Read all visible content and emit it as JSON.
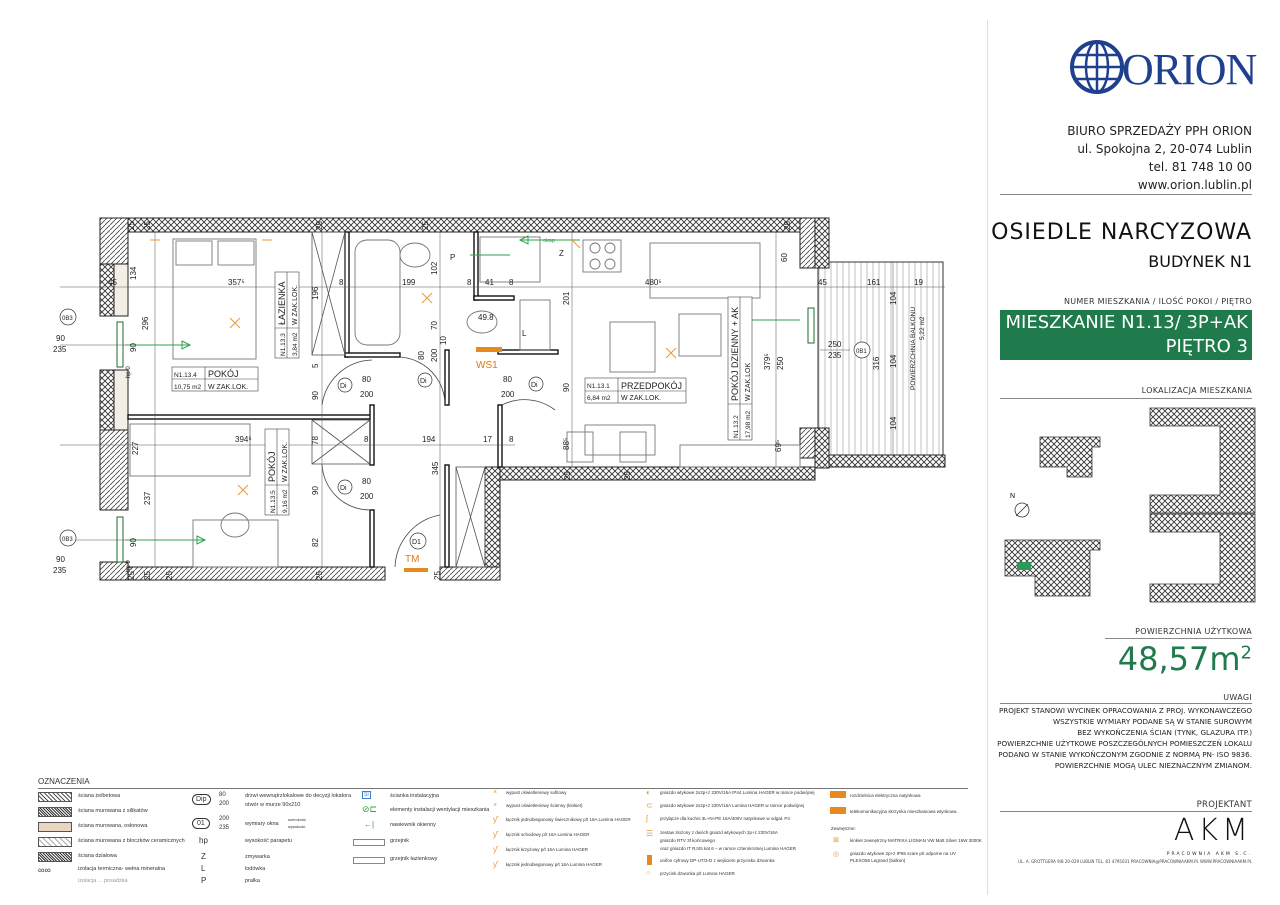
{
  "company": {
    "logo_text": "ORION",
    "office_lines": [
      "BIURO SPRZEDAŻY PPH ORION",
      "ul. Spokojna 2, 20-074 Lublin",
      "tel. 81 748 10 00",
      "www.orion.lublin.pl"
    ],
    "brand_color": "#1f3f8f"
  },
  "project": {
    "estate": "OSIEDLE NARCYZOWA",
    "building": "BUDYNEK N1"
  },
  "apartment": {
    "header": "NUMER MIESZKANIA / ILOŚĆ POKOI / PIĘTRO",
    "line1": "MIESZKANIE N1.13/ 3P+AK",
    "line2": "PIĘTRO 3",
    "accent_color": "#1f7a4c"
  },
  "location": {
    "header": "LOKALIZACJA MIESZKANIA",
    "compass": "N"
  },
  "area": {
    "header": "POWIERZCHNIA UŻYTKOWA",
    "value": "48,57m",
    "unit_sup": "2"
  },
  "notes": {
    "header": "UWAGI",
    "lines": [
      "PROJEKT STANOWI WYCINEK OPRACOWANIA Z PROJ. WYKONAWCZEGO",
      "WSZYSTKIE WYMIARY PODANE SĄ W STANIE SUROWYM",
      "BEZ WYKOŃCZENIA ŚCIAN (TYNK, GLAZURA ITP.)",
      "POWIERZCHNIE UŻYTKOWE POSZCZEGÓLNYCH POMIESZCZEŃ LOKALU",
      "PODANO W STANIE WYKOŃCZONYM ZGODNIE Z NORMĄ PN- ISO 9836.",
      "POWIERZCHNIE MOGĄ ULEC NIEZNACZNYM ZMIANOM."
    ]
  },
  "designer": {
    "header": "PROJEKTANT",
    "logo_text": "AKM",
    "logo_sub": "PRACOWNIA AKM S.C.",
    "address": "UL. A. GROTTGERA 9/8  20-029 LUBLIN  TEL. 81 4795031  PRACOWNIA@PRACOWNIAAKM.PL  WWW.PRACOWNIAAKM.PL"
  },
  "rooms": [
    {
      "id": "N1.13.4",
      "name": "POKÓJ",
      "area": "10,75 m2",
      "finish": "W ZAK.LOK."
    },
    {
      "id": "N1.13.3",
      "name": "ŁAZIENKA",
      "area": "3,84 m2",
      "finish": "W ZAK.LOK."
    },
    {
      "id": "N1.13.5",
      "name": "POKÓJ",
      "area": "9,16 m2",
      "finish": "W ZAK.LOK."
    },
    {
      "id": "N1.13.1",
      "name": "PRZEDPOKÓJ",
      "area": "6,84 m2",
      "finish": "W ZAK.LOK."
    },
    {
      "id": "N1.13.2",
      "name": "POKÓJ DZIENNY + AK",
      "area": "17,98 m2",
      "finish": "W ZAK.LOK"
    }
  ],
  "balcony": {
    "label": "POWIERZCHNIA BALKONU",
    "area": "5,22 m2"
  },
  "plan_symbols": {
    "window_0B3": "0B3",
    "window_0B1": "0B1",
    "door_di": "Di",
    "door_d1": "D1",
    "p": "P",
    "z": "Z",
    "l": "L",
    "ws1": "WS1",
    "tm": "TM",
    "okap": "okap",
    "hp": "hp 0"
  },
  "dimensions": [
    "357⁵",
    "134",
    "296",
    "45",
    "90",
    "196",
    "8",
    "199",
    "8",
    "41",
    "8",
    "102",
    "480⁵",
    "201",
    "60",
    "45",
    "161",
    "19",
    "104",
    "104",
    "104",
    "316",
    "379⁵",
    "250",
    "250",
    "235",
    "70",
    "80",
    "200",
    "10",
    "5",
    "90",
    "80",
    "200",
    "80",
    "200",
    "90",
    "49.8",
    "394⁵",
    "227",
    "78",
    "8",
    "194",
    "17",
    "8",
    "345",
    "237",
    "90",
    "80",
    "200",
    "82",
    "90",
    "88⁵",
    "69⁵",
    "90",
    "235",
    "90",
    "235",
    "25",
    "25",
    "25",
    "25",
    "25",
    "25",
    "25",
    "28",
    "25",
    "25",
    "25",
    "25"
  ],
  "legend": {
    "title": "OZNACZENIA",
    "walls": [
      "ściana żelbetowa",
      "ściana murowana z silikatów",
      "ściana murowana, osłonowa",
      "ściana murowana z bloczków ceramicznych",
      "ściana działowa",
      "izolacja termiczna- wełna mineralna",
      "izolacja ... posadzka"
    ],
    "symbols": [
      {
        "key": "Dip",
        "top": "80",
        "bottom": "200",
        "text": "drzwi wewnątrzlokalowe do decyzji lokatora",
        "text2": "otwór w murze 90x210"
      },
      {
        "key": "01",
        "top": "200",
        "bottom": "235",
        "text": "wymiary okna",
        "sup": "szerokość",
        "sub": "wysokość"
      },
      {
        "key": "hp",
        "text": "wysokość parapetu"
      },
      {
        "key": "Z",
        "text": "zmywarka"
      },
      {
        "key": "L",
        "text": "lodówka"
      },
      {
        "key": "P",
        "text": "pralka"
      }
    ],
    "install": [
      {
        "key": "SI",
        "text": "ścianka instalacyjna"
      },
      {
        "text": "elementy instalacji wentylacji mieszkania"
      },
      {
        "text": "nawiewnik okienny"
      },
      {
        "text": "grzejnik"
      },
      {
        "text": "grzejnik łazienkowy"
      }
    ],
    "electrical": [
      "wypust oświetleniowy sufitowy",
      "wypust oświetleniowy ścienny (kinkiet)",
      "łącznik jednobiegunowy świecznikowy  p/t 16A Lumina HAGER",
      "łącznik schodowy  p/t 16A Lumina HAGER",
      "łącznik krzyżowy  p/t 16A Lumina HAGER",
      "łącznik jednobiegunowy p/t 16A Lumina HAGER"
    ],
    "sockets": [
      "gniazdo wtykowe 2x2p+z 230V/16A IP44 Lumina HAGER w ramce podwójnej",
      "gniazdo wtykowe 2x2p+z 230V/16A Lumina HAGER w ramce podwójnej",
      "przyłącze dla kuchni 3L+N+PE 16A/400V natynkowe w odgał. P4",
      "zestaw złożony z dwóch gniazd wtykowych 2p+z 230V/16A",
      "gniazdo RTV 3f końcowego",
      "oraz gniazdo IT RJ45 kat 6 – w ramce czterokrotnej Lumina HAGER",
      "unifon cyfrowy DP-UT/3-D z wejściem przycisku dzwonka",
      "przycisk dzwonka p/t Lumina HAGER"
    ],
    "boxes": [
      "rozdzielnica elektryczna natynkowa",
      "telekomunikacyjna skrzynka mieszkaniowa wtynkowa",
      "Zewnętrzne:",
      "kinkiet zewnętrzny MATRIXA LIGMAN VW Matt Silver 16W 3000K",
      "gniazdo wtykowe 2p+z IP55 szare p/t odporne na UV",
      "PLEXO55 Legrand (balkon)"
    ]
  }
}
